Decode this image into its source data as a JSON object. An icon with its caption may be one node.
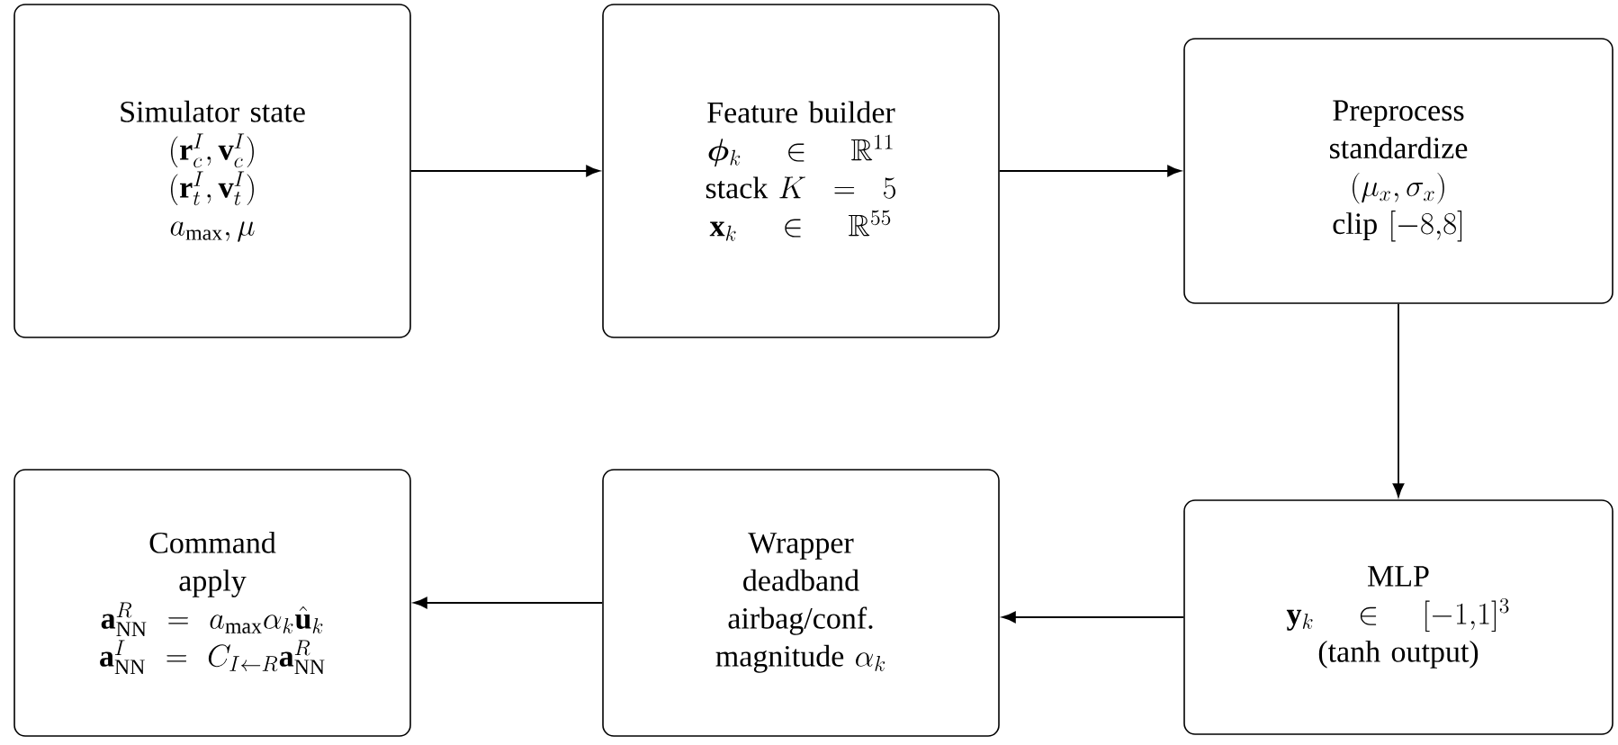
{
  "diagram": {
    "nodes": [
      {
        "text": [
          "Simulator state",
          "(\\mathbf{r}_c^I, \\mathbf{v}_c^I)",
          "(\\mathbf{r}_t^I, \\mathbf{v}_t^I)",
          "a_{\\max}, \\mu"
        ]
      },
      {
        "text": [
          "Feature builder",
          "\\boldsymbol{\\phi}_k \\;\\in\\; \\mathbb{R}^{11}",
          "\\text{stack } K \\,=\\, 5",
          "\\mathbf{x}_k \\;\\in\\; \\mathbb{R}^{55}"
        ]
      },
      {
        "text": [
          "Preprocess",
          "standardize",
          "(\\mu_x, \\sigma_x)",
          "\\text{clip } [-8{,}8]"
        ]
      },
      {
        "text": [
          "MLP",
          "\\mathbf{y}_k \\;\\in\\; [-1{,}1]^3",
          "(tanh output)"
        ]
      },
      {
        "text": [
          "Wrapper",
          "deadband",
          "airbag/conf.",
          "\\text{magnitude } \\alpha_k"
        ]
      },
      {
        "text": [
          "Command",
          "apply",
          "\\mathbf{a}^R_{\\mathrm{NN}} = a_{\\max}\\alpha_k\\hat{\\mathbf{u}}_k",
          "\\mathbf{a}^I_{\\mathrm{NN}} = C_{I\\leftarrow R}\\mathbf{a}^R_{\\mathrm{NN}}"
        ]
      }
    ],
    "edges": [
      {
        "from": 0,
        "to": 1,
        "arrow": "to"
      },
      {
        "from": 1,
        "to": 2,
        "arrow": "to"
      },
      {
        "from": 2,
        "to": 3,
        "arrow": "to"
      },
      {
        "from": 3,
        "to": 4,
        "arrow": "to"
      },
      {
        "from": 4,
        "to": 5,
        "arrow": "to"
      }
    ]
  }
}
